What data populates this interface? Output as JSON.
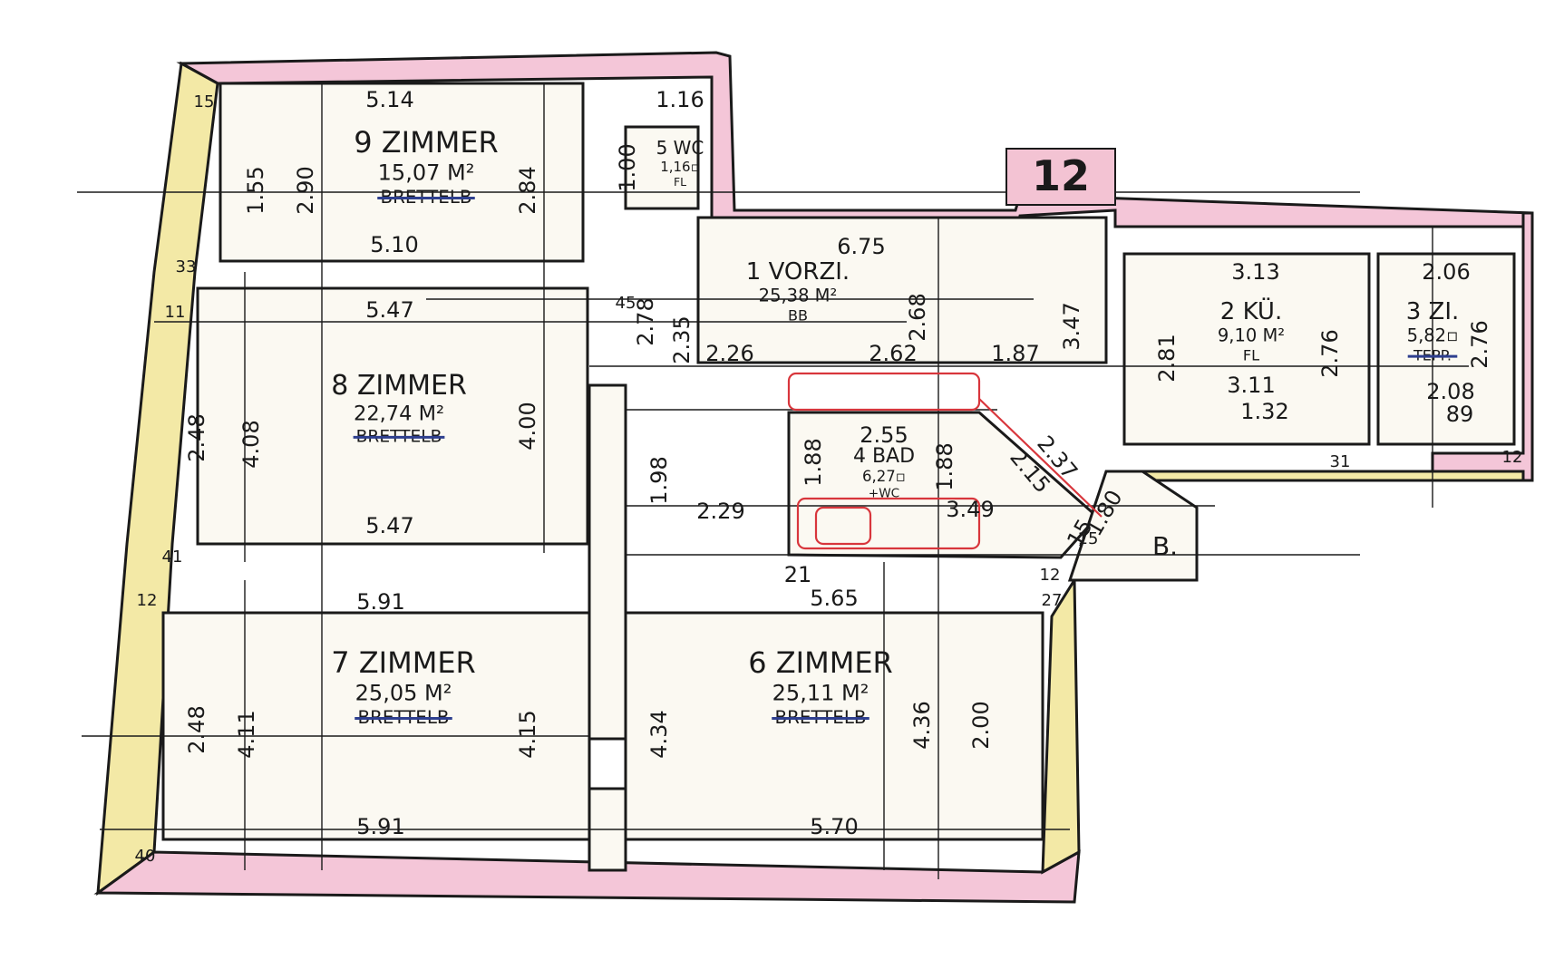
{
  "unit_number": "12",
  "colors": {
    "wall_fill": "#f4c6d8",
    "wall_tint": "#f3e9a6",
    "wall_line": "#1a1a1a",
    "ink_blue": "#2e3f8f",
    "ink_red": "#d8363c",
    "room_bg": "#fbf9f2"
  },
  "rooms": [
    {
      "key": "r9",
      "number": "9",
      "name": "ZIMMER",
      "area": "15,07 M²",
      "floor": "BRETTELB"
    },
    {
      "key": "r5",
      "number": "5",
      "name": "WC",
      "area": "1,16▫",
      "floor": "FL"
    },
    {
      "key": "r1",
      "number": "1",
      "name": "VORZI.",
      "area": "25,38 M²",
      "floor": "BB"
    },
    {
      "key": "r2",
      "number": "2",
      "name": "KÜ.",
      "area": "9,10 M²",
      "floor": "FL"
    },
    {
      "key": "r3",
      "number": "3",
      "name": "ZI.",
      "area": "5,82▫",
      "floor": "TEPP."
    },
    {
      "key": "r8",
      "number": "8",
      "name": "ZIMMER",
      "area": "22,74 M²",
      "floor": "BRETTELB"
    },
    {
      "key": "r4",
      "number": "4",
      "name": "BAD",
      "area": "6,27▫",
      "floor": "+WC"
    },
    {
      "key": "r7",
      "number": "7",
      "name": "ZIMMER",
      "area": "25,05 M²",
      "floor": "BRETTELB"
    },
    {
      "key": "r6",
      "number": "6",
      "name": "ZIMMER",
      "area": "25,11 M²",
      "floor": "BRETTELB"
    },
    {
      "key": "rb",
      "number": "",
      "name": "B.",
      "area": "",
      "floor": ""
    }
  ],
  "dimensions": [
    "5.14",
    "1.16",
    "2.90",
    "1.55",
    "2.84",
    "1.00",
    "5.10",
    "6.75",
    "5.47",
    "2.35",
    "2.78",
    "2.68",
    "3.47",
    "2.26",
    "2.62",
    "1.87",
    "3.13",
    "2.06",
    "2.81",
    "2.76",
    "2.76",
    "3.11",
    "2.08",
    "1.32",
    "89",
    "2.48",
    "4.08",
    "4.00",
    "1.98",
    "2.55",
    "1.88",
    "1.88",
    "2.37",
    "2.15",
    "2.29",
    "3.49",
    "5.47",
    "5.91",
    "21",
    "5.65",
    "1.80",
    "15",
    "2.00",
    "2.48",
    "4.11",
    "4.15",
    "4.34",
    "4.36",
    "5.91",
    "5.70"
  ],
  "wall_thickness": [
    "15",
    "33",
    "11",
    "45",
    "41",
    "12",
    "40",
    "27",
    "12",
    "31",
    "12",
    "15"
  ]
}
